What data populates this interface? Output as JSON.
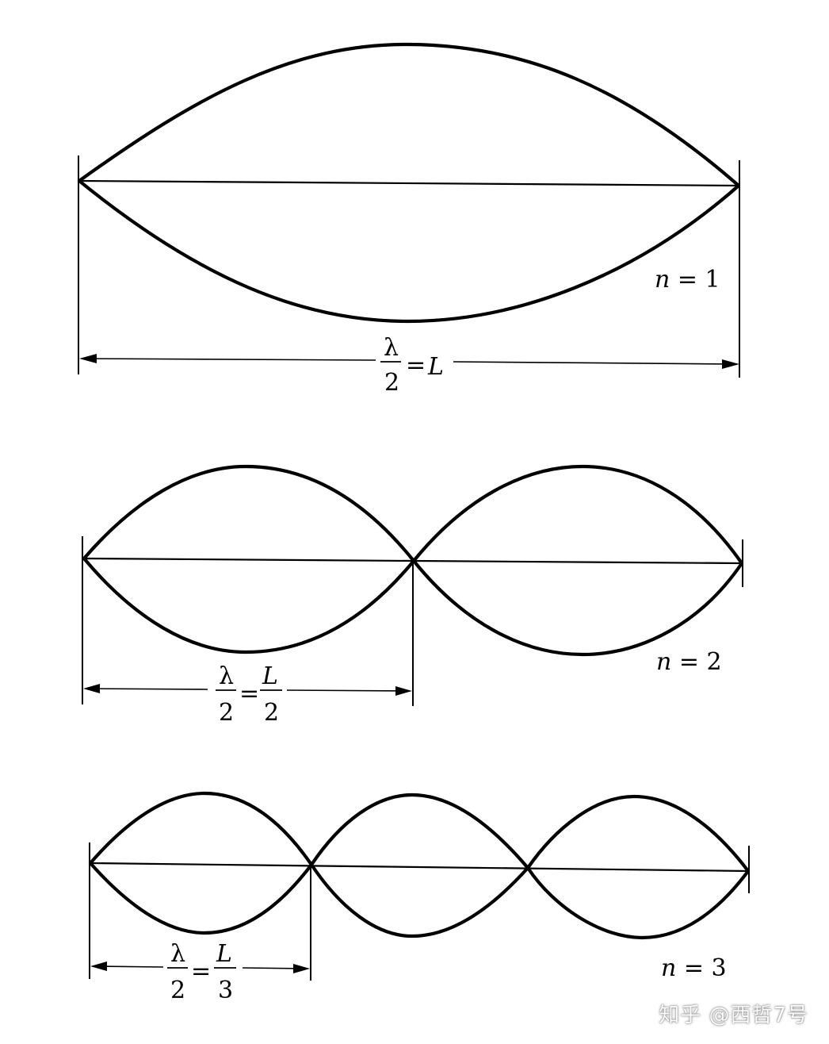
{
  "diagrams": [
    {
      "mode": "n=1",
      "label_var": "n",
      "label_eq": " = ",
      "label_num": "1",
      "formula": {
        "lhs_num": "λ",
        "lhs_den": "2",
        "eq": "=",
        "rhs": "L"
      }
    },
    {
      "mode": "n=2",
      "label_var": "n",
      "label_eq": " = ",
      "label_num": "2",
      "formula": {
        "lhs_num": "λ",
        "lhs_den": "2",
        "eq": "=",
        "rhs_num": "L",
        "rhs_den": "2"
      }
    },
    {
      "mode": "n=3",
      "label_var": "n",
      "label_eq": " = ",
      "label_num": "3",
      "formula": {
        "lhs_num": "λ",
        "lhs_den": "2",
        "eq": "=",
        "rhs_num": "L",
        "rhs_den": "3"
      }
    }
  ],
  "watermark": "知乎 @西哲7号"
}
